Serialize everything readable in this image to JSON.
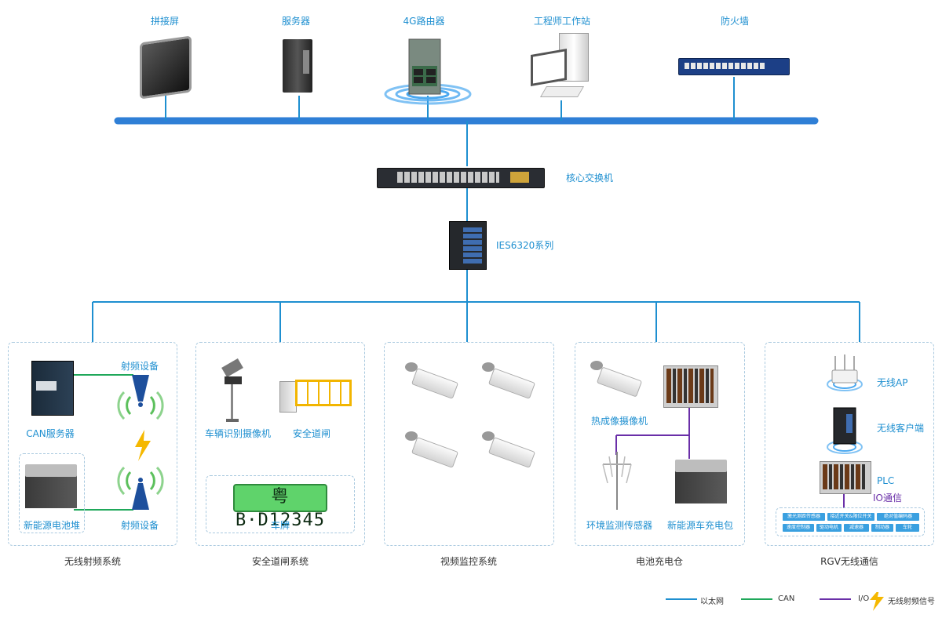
{
  "top_devices": [
    {
      "label": "拼接屏"
    },
    {
      "label": "服务器"
    },
    {
      "label": "4G路由器"
    },
    {
      "label": "工程师工作站"
    },
    {
      "label": "防火墙"
    }
  ],
  "core_switch": {
    "label": "核心交换机"
  },
  "ies_switch": {
    "label": "IES6320系列"
  },
  "panels": [
    {
      "caption": "无线射频系统"
    },
    {
      "caption": "安全道闸系统"
    },
    {
      "caption": "视频监控系统"
    },
    {
      "caption": "电池充电仓"
    },
    {
      "caption": "RGV无线通信"
    }
  ],
  "wireless": {
    "can_server": "CAN服务器",
    "rf_device_top": "射频设备",
    "battery_stack": "新能源电池堆",
    "rf_device_bottom": "射频设备"
  },
  "gate": {
    "plate_camera": "车辆识别摄像机",
    "safety_gate": "安全道闸",
    "plate_text": "粤B·D12345",
    "plate_label": "车牌"
  },
  "charging": {
    "thermal_camera": "热成像摄像机",
    "env_sensor": "环境监测传感器",
    "battery_pack": "新能源车充电包"
  },
  "rgv": {
    "ap": "无线AP",
    "client": "无线客户端",
    "plc": "PLC",
    "io": "IO通信",
    "chips": [
      "激光测距传感器",
      "接近开关&限位开关",
      "绝对值编码器",
      "速度控制器",
      "驱动电机",
      "减速器",
      "制动器",
      "车轮"
    ]
  },
  "legend": [
    {
      "label": "以太网",
      "color": "#1e8fd0"
    },
    {
      "label": "CAN",
      "color": "#1fa85a"
    },
    {
      "label": "I/O",
      "color": "#6a2fa8"
    },
    {
      "label": "无线射频信号",
      "color": "#f5b800"
    }
  ],
  "colors": {
    "ethernet": "#1e8fd0",
    "can": "#1fa85a",
    "io": "#6a2fa8",
    "bus": "#2f7fd6",
    "rf": "#f5b800"
  }
}
